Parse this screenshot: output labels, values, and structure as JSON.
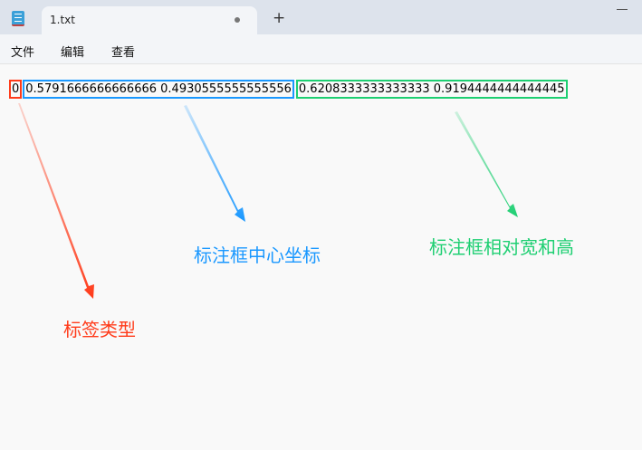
{
  "tab": {
    "title": "1.txt"
  },
  "menu": [
    "文件",
    "编辑",
    "查看"
  ],
  "content": {
    "class_id": "0",
    "center": "0.5791666666666666 0.4930555555555556",
    "size": "0.6208333333333333 0.9194444444444445"
  },
  "annotations": {
    "class_label": "标签类型",
    "center_label": "标注框中心坐标",
    "size_label": "标注框相对宽和高"
  },
  "colors": {
    "red": "#ff3b1a",
    "blue": "#1a98ff",
    "green": "#1ecf72"
  }
}
